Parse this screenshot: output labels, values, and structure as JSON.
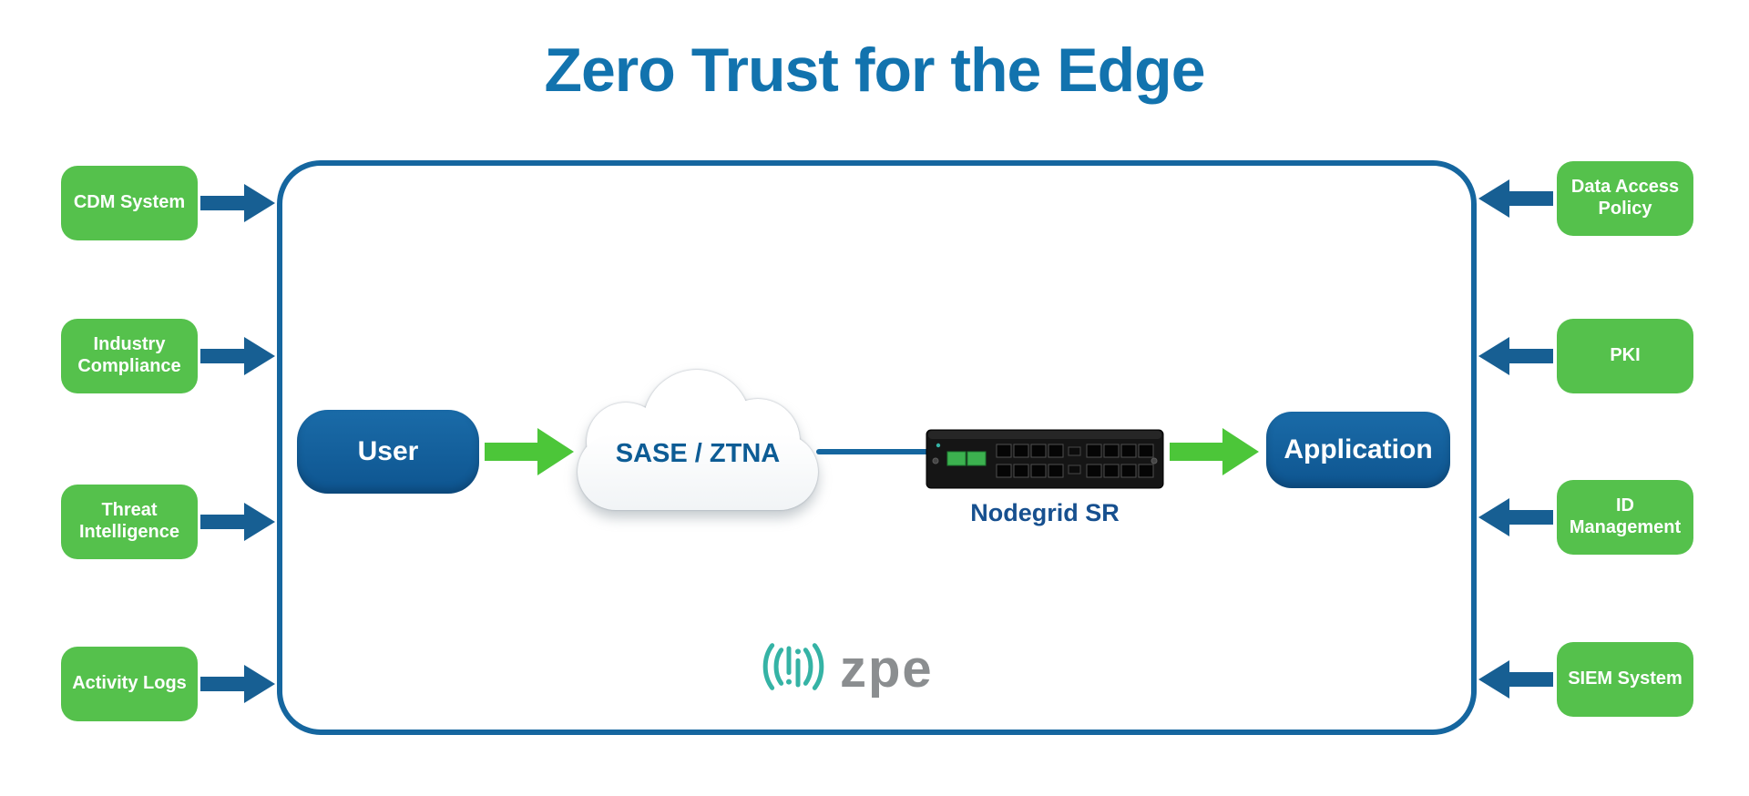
{
  "title": "Zero Trust for the Edge",
  "left_inputs": [
    {
      "label": "CDM System"
    },
    {
      "label": "Industry Compliance"
    },
    {
      "label": "Threat Intelligence"
    },
    {
      "label": "Activity Logs"
    }
  ],
  "right_inputs": [
    {
      "label": "Data Access Policy"
    },
    {
      "label": "PKI"
    },
    {
      "label": "ID Management"
    },
    {
      "label": "SIEM System"
    }
  ],
  "flow": {
    "user": "User",
    "cloud": "SASE / ZTNA",
    "device_caption": "Nodegrid SR",
    "application": "Application"
  },
  "logo_text": "zpe",
  "colors": {
    "title_blue": "#1273ae",
    "border_blue": "#15669f",
    "arrow_blue": "#175f93",
    "node_blue_top": "#1a6ba8",
    "node_blue_bottom": "#0e5590",
    "box_green": "#55c14c",
    "flow_green": "#4cc639",
    "cloud_text": "#0d5c95",
    "label_blue": "#17508f",
    "logo_teal": "#35b3a5",
    "logo_gray": "#8b8e90"
  }
}
